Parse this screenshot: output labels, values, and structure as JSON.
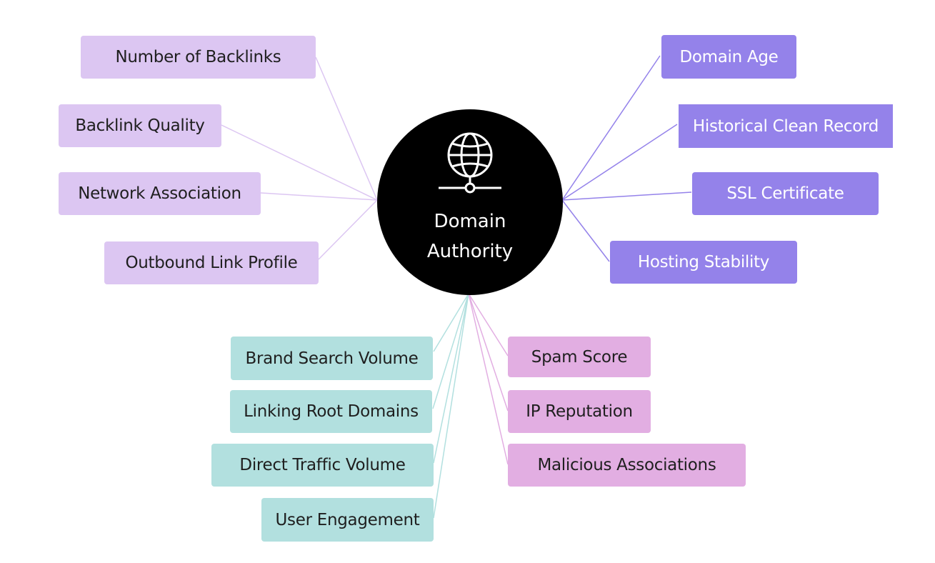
{
  "hub": {
    "title_line1": "Domain",
    "title_line2": "Authority",
    "icon": "globe-network-icon"
  },
  "groups": {
    "left": {
      "color": "#dcc6f2",
      "line_color": "#dcc6f2",
      "items": [
        "Number of Backlinks",
        "Backlink Quality",
        "Network Association",
        "Outbound Link Profile"
      ]
    },
    "right": {
      "color": "#9482ea",
      "line_color": "#9482ea",
      "items": [
        "Domain Age",
        "Historical Clean Record",
        "SSL Certificate",
        "Hosting Stability"
      ]
    },
    "bottom_left": {
      "color": "#b2e0df",
      "line_color": "#b2e0df",
      "items": [
        "Brand Search Volume",
        "Linking Root Domains",
        "Direct Traffic Volume",
        "User Engagement"
      ]
    },
    "bottom_right": {
      "color": "#e2aee2",
      "line_color": "#e2aee2",
      "items": [
        "Spam Score",
        "IP Reputation",
        "Malicious Associations"
      ]
    }
  }
}
